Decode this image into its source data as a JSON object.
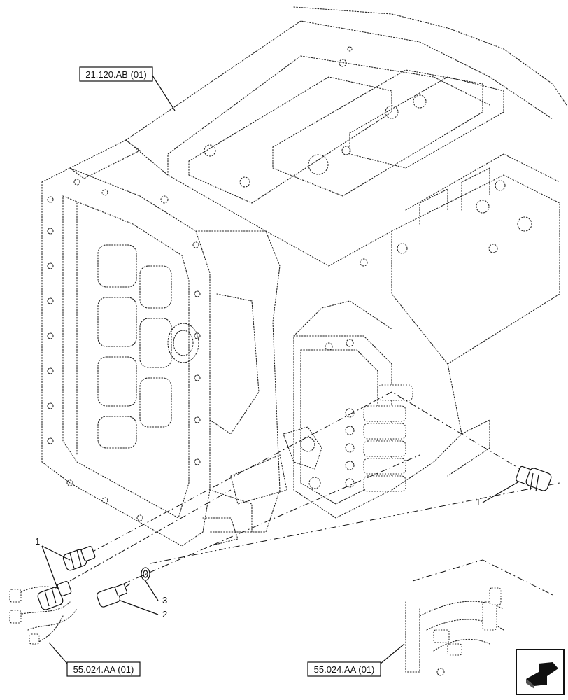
{
  "references": {
    "top": "21.120.AB (01)",
    "bottom_left": "55.024.AA (01)",
    "bottom_right": "55.024.AA (01)"
  },
  "callouts": {
    "c1_right": "1",
    "c1_left": "1",
    "c2": "2",
    "c3": "3"
  },
  "icons": {
    "nav": "next-page-arrow-icon"
  }
}
